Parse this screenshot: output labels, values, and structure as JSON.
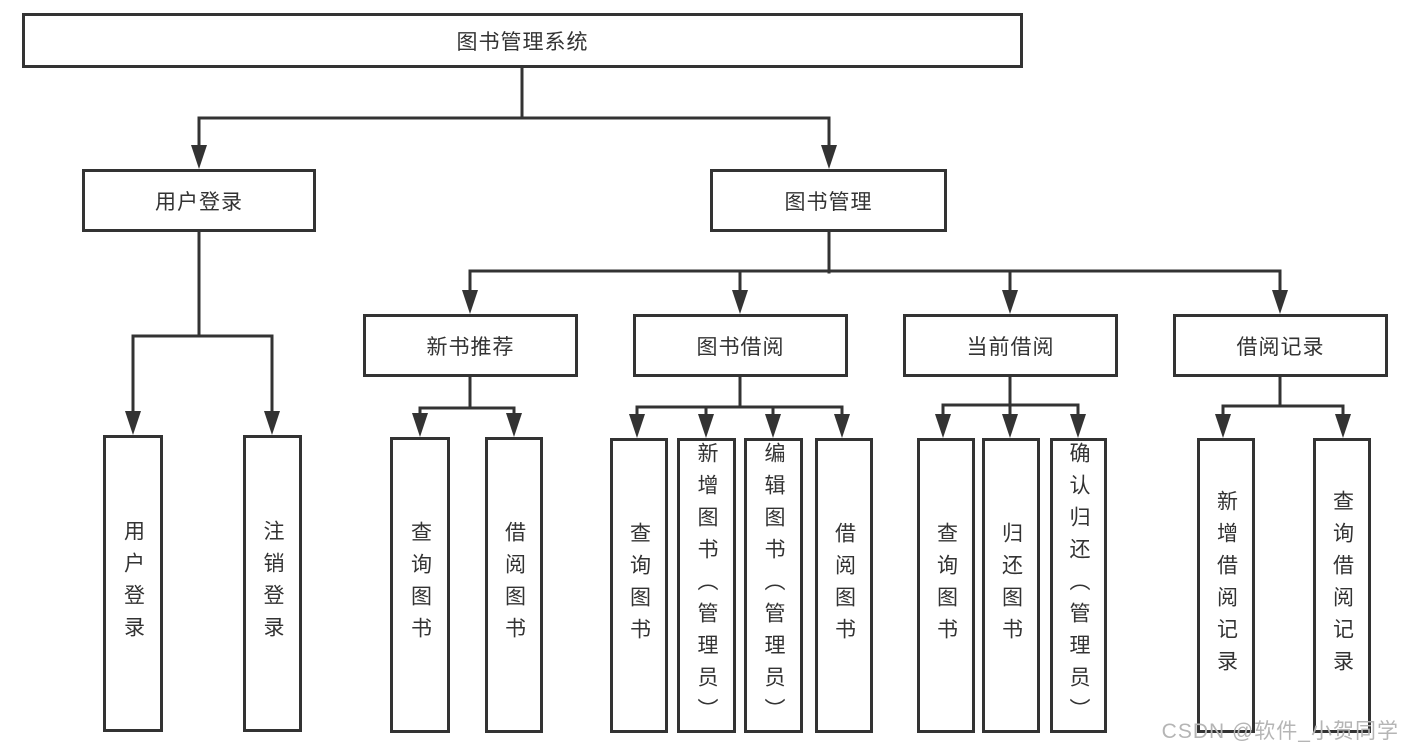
{
  "colors": {
    "line": "#333333",
    "text": "#333333",
    "watermark": "#b5b5b5",
    "background": "#ffffff"
  },
  "watermark": "CSDN @软件_小贺同学",
  "tree": {
    "root": "图书管理系统",
    "branches": [
      {
        "label": "用户登录",
        "children": [
          "用户登录",
          "注销登录"
        ]
      },
      {
        "label": "图书管理",
        "modules": [
          {
            "label": "新书推荐",
            "children": [
              "查询图书",
              "借阅图书"
            ]
          },
          {
            "label": "图书借阅",
            "children": [
              "查询图书",
              "新增图书（管理员）",
              "编辑图书（管理员）",
              "借阅图书"
            ]
          },
          {
            "label": "当前借阅",
            "children": [
              "查询图书",
              "归还图书",
              "确认归还（管理员）"
            ]
          },
          {
            "label": "借阅记录",
            "children": [
              "新增借阅记录",
              "查询借阅记录"
            ]
          }
        ]
      }
    ]
  }
}
